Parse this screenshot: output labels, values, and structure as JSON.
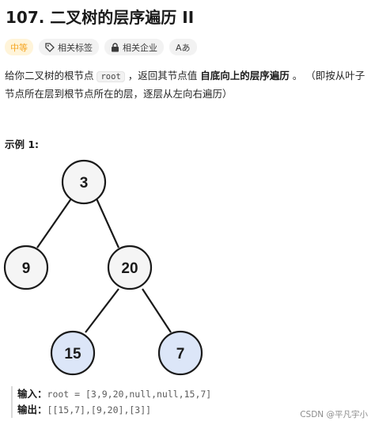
{
  "problem": {
    "title": "107. 二叉树的层序遍历 II",
    "difficulty": "中等",
    "tags": [
      {
        "label": "相关标签",
        "icon": "tag-icon"
      },
      {
        "label": "相关企业",
        "icon": "lock-icon"
      }
    ],
    "translate_label": "Aあ",
    "description": {
      "part1": "给你二叉树的根节点 ",
      "code": "root",
      "part2": " ，返回其节点值 ",
      "bold": "自底向上的层序遍历",
      "part3": " 。 （即按从叶子节点所在层到根节点所在的层，逐层从左向右遍历）"
    }
  },
  "example": {
    "title": "示例 1:",
    "tree": {
      "nodes": [
        {
          "value": "3",
          "highlight": false
        },
        {
          "value": "9",
          "highlight": false
        },
        {
          "value": "20",
          "highlight": false
        },
        {
          "value": "15",
          "highlight": true
        },
        {
          "value": "7",
          "highlight": true
        }
      ]
    },
    "input_label": "输入：",
    "input_value": "root = [3,9,20,null,null,15,7]",
    "output_label": "输出：",
    "output_value": "[[15,7],[9,20],[3]]"
  },
  "colors": {
    "node_fill": "#f5f5f5",
    "node_highlight_fill": "#dce6f8",
    "node_stroke": "#1a1a1a",
    "difficulty_text": "#f5a623",
    "difficulty_bg": "#fff4d9"
  },
  "watermark": "CSDN @平凡宇小"
}
